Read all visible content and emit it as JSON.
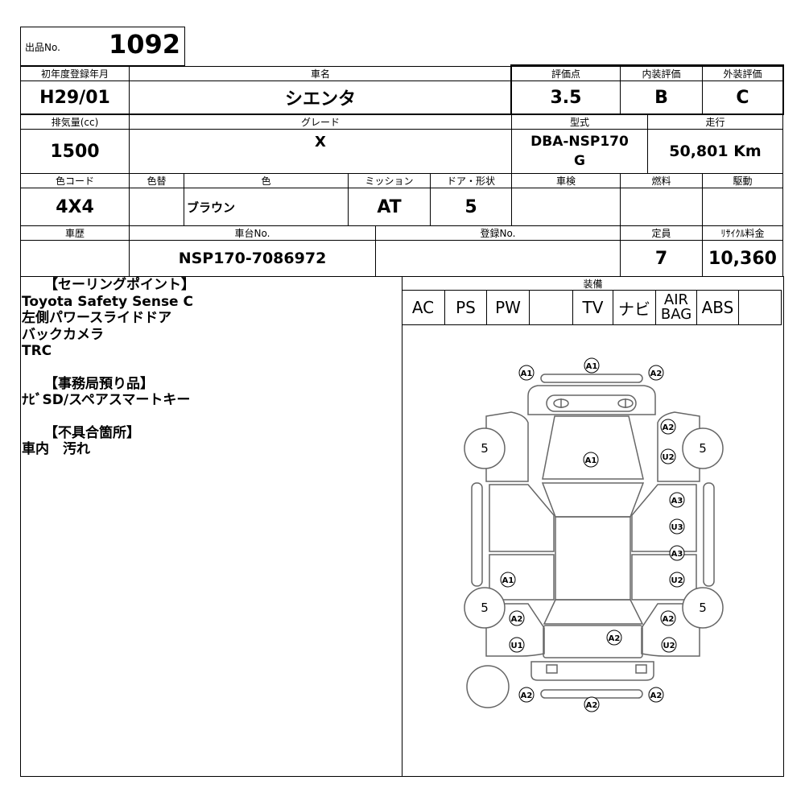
{
  "lot": {
    "label": "出品No.",
    "number": "1092"
  },
  "row1": {
    "first_reg_label": "初年度登録年月",
    "first_reg": "H29/01",
    "car_name_label": "車名",
    "car_name": "シエンタ",
    "score_label": "評価点",
    "score": "3.5",
    "interior_label": "内装評価",
    "interior": "B",
    "exterior_label": "外装評価",
    "exterior": "C"
  },
  "row2": {
    "displacement_label": "排気量(cc)",
    "displacement": "1500",
    "grade_label": "グレード",
    "grade": "X",
    "model_label": "型式",
    "model_line1": "DBA-NSP170",
    "model_line2": "G",
    "mileage_label": "走行",
    "mileage": "50,801 Km"
  },
  "row3": {
    "color_code_label": "色コード",
    "color_code": "4X4",
    "repaint_label": "色替",
    "repaint": "",
    "color_label": "色",
    "color": "ブラウン",
    "mission_label": "ミッション",
    "mission": "AT",
    "door_label": "ドア・形状",
    "door": "5",
    "inspection_label": "車検",
    "inspection": "",
    "fuel_label": "燃料",
    "fuel": "",
    "drive_label": "駆動",
    "drive": ""
  },
  "row4": {
    "history_label": "車歴",
    "history": "",
    "chassis_label": "車台No.",
    "chassis": "NSP170-7086972",
    "reg_label": "登録No.",
    "reg": "",
    "capacity_label": "定員",
    "capacity": "7",
    "recycle_label": "ﾘｻｲｸﾙ料金",
    "recycle": "10,360"
  },
  "notes": {
    "selling_header": "【セーリングポイント】",
    "selling_items": [
      "Toyota Safety Sense C",
      "左側パワースライドドア",
      "バックカメラ",
      "TRC"
    ],
    "office_header": "【事務局預り品】",
    "office_items": [
      "ﾅﾋﾞSD/スペアスマートキー"
    ],
    "defect_header": "【不具合箇所】",
    "defect_items": [
      "車内　汚れ"
    ]
  },
  "equipment": {
    "label": "装備",
    "items": [
      "AC",
      "PS",
      "PW",
      "",
      "TV",
      "ナビ",
      "AIR BAG",
      "ABS",
      ""
    ]
  },
  "diagram": {
    "tire_depth": "5",
    "marks": [
      "A1",
      "A1",
      "A2",
      "A2",
      "A1",
      "U2",
      "A3",
      "U3",
      "A3",
      "A1",
      "U2",
      "A2",
      "A2",
      "A2",
      "U1",
      "U2",
      "A2",
      "A2",
      "A2"
    ]
  }
}
